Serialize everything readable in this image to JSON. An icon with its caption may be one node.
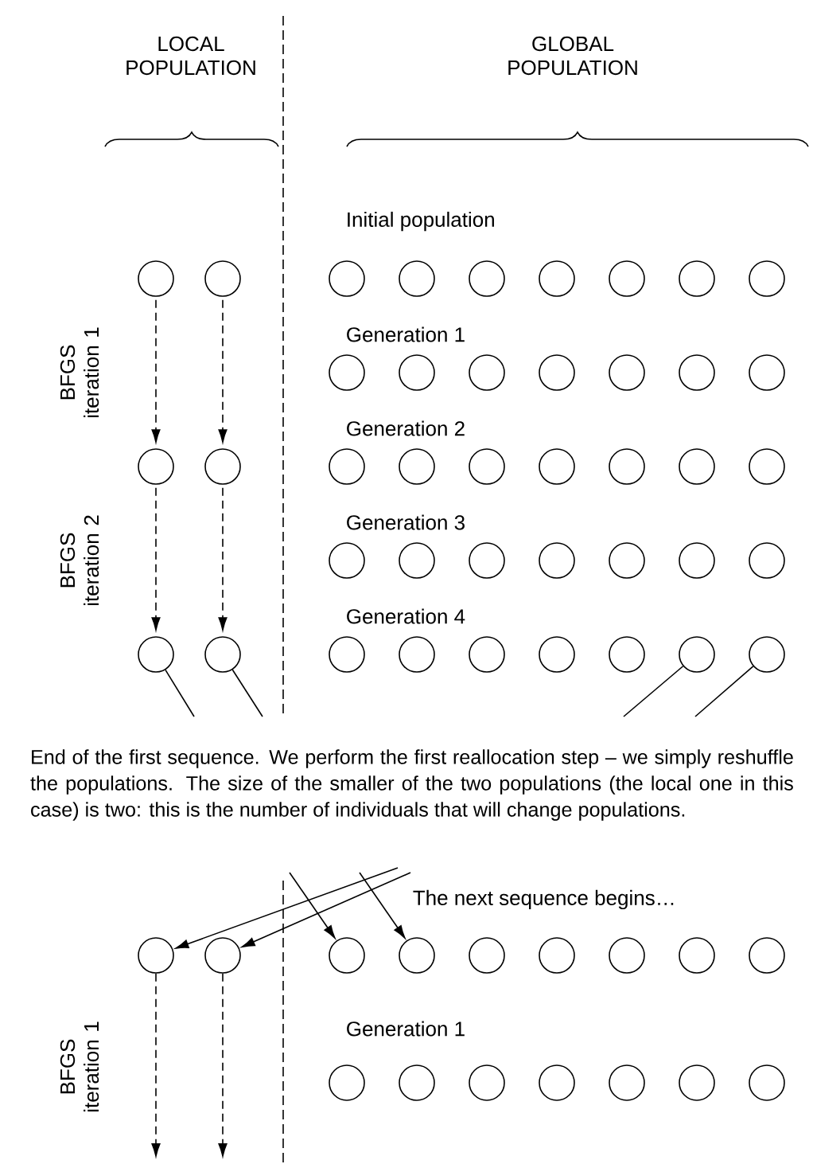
{
  "diagram": {
    "nodes": [
      {
        "text": [],
        "shape": "circle"
      },
      {
        "text": [],
        "shape": "circle"
      },
      {
        "text": [],
        "shape": "circle"
      },
      {
        "text": [],
        "shape": "circle"
      },
      {
        "text": [],
        "shape": "circle"
      },
      {
        "text": [],
        "shape": "circle"
      },
      {
        "text": [],
        "shape": "circle"
      },
      {
        "text": [],
        "shape": "circle"
      },
      {
        "text": [],
        "shape": "circle"
      },
      {
        "text": [],
        "shape": "circle"
      },
      {
        "text": [],
        "shape": "circle"
      },
      {
        "text": [],
        "shape": "circle"
      },
      {
        "text": [],
        "shape": "circle"
      },
      {
        "text": [],
        "shape": "circle"
      },
      {
        "text": [],
        "shape": "circle"
      },
      {
        "text": [],
        "shape": "circle"
      },
      {
        "text": [],
        "shape": "circle"
      },
      {
        "text": [],
        "shape": "circle"
      },
      {
        "text": [],
        "shape": "circle"
      },
      {
        "text": [],
        "shape": "circle"
      },
      {
        "text": [],
        "shape": "circle"
      },
      {
        "text": [],
        "shape": "circle"
      },
      {
        "text": [],
        "shape": "circle"
      },
      {
        "text": [],
        "shape": "circle"
      },
      {
        "text": [],
        "shape": "circle"
      },
      {
        "text": [],
        "shape": "circle"
      },
      {
        "text": [],
        "shape": "circle"
      },
      {
        "text": [],
        "shape": "circle"
      },
      {
        "text": [],
        "shape": "circle"
      },
      {
        "text": [],
        "shape": "circle"
      },
      {
        "text": [],
        "shape": "circle"
      },
      {
        "text": [],
        "shape": "circle"
      },
      {
        "text": [],
        "shape": "circle"
      },
      {
        "text": [],
        "shape": "circle"
      },
      {
        "text": [],
        "shape": "circle"
      },
      {
        "text": [],
        "shape": "circle"
      },
      {
        "text": [],
        "shape": "circle"
      },
      {
        "text": [],
        "shape": "circle"
      },
      {
        "text": [],
        "shape": "circle"
      },
      {
        "text": [],
        "shape": "circle"
      },
      {
        "text": [],
        "shape": "circle"
      },
      {
        "text": [],
        "shape": "circle"
      },
      {
        "text": [],
        "shape": "circle"
      },
      {
        "text": [],
        "shape": "circle"
      },
      {
        "text": [],
        "shape": "circle"
      },
      {
        "text": [],
        "shape": "circle"
      },
      {
        "text": [],
        "shape": "circle"
      },
      {
        "text": [],
        "shape": "circle"
      },
      {
        "text": [],
        "shape": "circle"
      },
      {
        "text": [],
        "shape": "circle"
      },
      {
        "text": [],
        "shape": "circle"
      },
      {
        "text": [],
        "shape": "circle"
      },
      {
        "text": [],
        "shape": "circle"
      },
      {
        "text": [],
        "shape": "circle"
      },
      {
        "text": [],
        "shape": "circle"
      },
      {
        "text": [],
        "shape": "circle"
      },
      {
        "text": [],
        "shape": "circle"
      }
    ],
    "edges": [
      {
        "from": 0,
        "to": 16,
        "arrow": "to",
        "style": "dashed"
      },
      {
        "from": 1,
        "to": 17,
        "arrow": "to",
        "style": "dashed"
      },
      {
        "from": 16,
        "to": 32,
        "arrow": "to",
        "style": "dashed"
      },
      {
        "from": 17,
        "to": 33,
        "arrow": "to",
        "style": "dashed"
      },
      {
        "from": 32,
        "to": null,
        "arrow": "none"
      },
      {
        "from": 33,
        "to": null,
        "arrow": "none"
      },
      {
        "from": 39,
        "to": null,
        "arrow": "none"
      },
      {
        "from": 40,
        "to": null,
        "arrow": "none"
      },
      {
        "from": null,
        "to": 41,
        "arrow": "to"
      },
      {
        "from": null,
        "to": 42,
        "arrow": "to"
      },
      {
        "from": null,
        "to": 43,
        "arrow": "to"
      },
      {
        "from": null,
        "to": 44,
        "arrow": "to"
      },
      {
        "from": 41,
        "to": null,
        "arrow": "to",
        "style": "dashed"
      },
      {
        "from": 42,
        "to": null,
        "arrow": "to",
        "style": "dashed"
      }
    ],
    "labels": [
      "LOCAL POPULATION",
      "GLOBAL POPULATION",
      "Initial population",
      "BFGS iteration 1",
      "Generation 1",
      "Generation 2",
      "BFGS iteration 2",
      "Generation 3",
      "Generation 4",
      "End of the first sequence. We perform the first reallocation step – we simply reshuffle the populations. The size of the smaller of the two populations (the local one in this case) is two: this is the number of individuals that will change populations.",
      "The next sequence begins…",
      "BFGS iteration 1",
      "Generation 1"
    ]
  }
}
